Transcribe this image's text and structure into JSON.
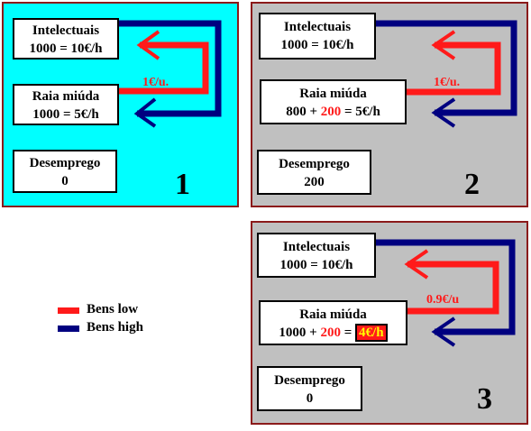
{
  "colors": {
    "low": "#ff1a1a",
    "high": "#000080",
    "panel1_bg": "#00ffff",
    "panel_gray": "#c0c0c0",
    "border": "#8b1a1a"
  },
  "panel1": {
    "number": "1",
    "intelectuais": {
      "title": "Intelectuais",
      "line": "1000 = 10€/h"
    },
    "raia": {
      "title": "Raia miúda",
      "line": "1000 = 5€/h"
    },
    "desemprego": {
      "title": "Desemprego",
      "value": "0"
    },
    "rate": "1€/u."
  },
  "panel2": {
    "number": "2",
    "intelectuais": {
      "title": "Intelectuais",
      "line": "1000 = 10€/h"
    },
    "raia": {
      "title": "Raia miúda",
      "line_a": "800 + ",
      "line_b": "200",
      "line_c": " = 5€/h"
    },
    "desemprego": {
      "title": "Desemprego",
      "value": "200"
    },
    "rate": "1€/u."
  },
  "panel3": {
    "number": "3",
    "intelectuais": {
      "title": "Intelectuais",
      "line": "1000 = 10€/h"
    },
    "raia": {
      "title": "Raia miúda",
      "line_a": "1000 + ",
      "line_b": "200",
      "line_c": " = ",
      "line_d": "4€/h"
    },
    "desemprego": {
      "title": "Desemprego",
      "value": "0"
    },
    "rate": "0.9€/u"
  },
  "legend": {
    "low": "Bens low",
    "high": "Bens high"
  }
}
